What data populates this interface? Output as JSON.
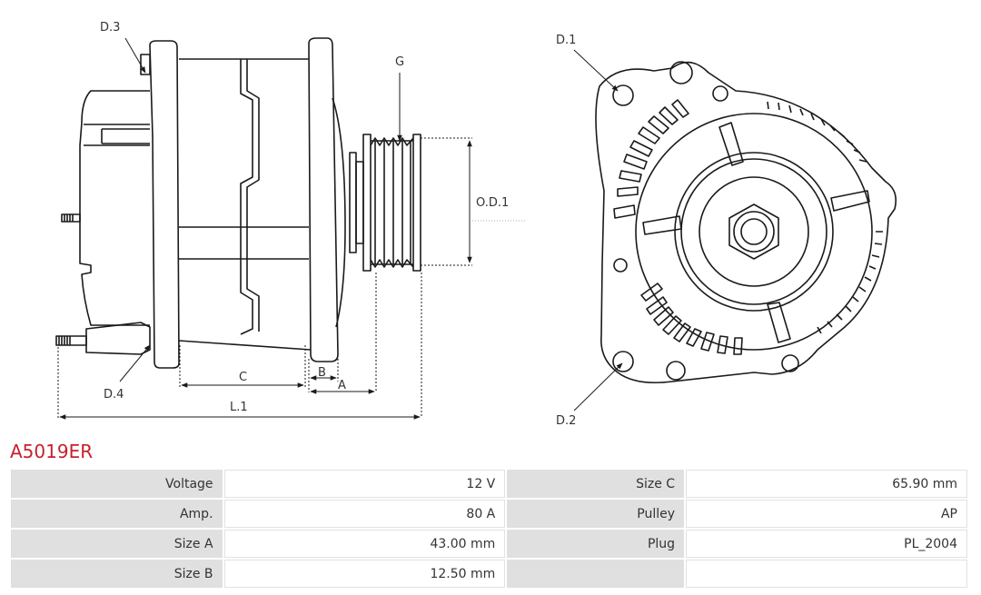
{
  "product": {
    "code": "A5019ER"
  },
  "colors": {
    "title": "#c8202a",
    "label_bg": "#e0e0e0",
    "line": "#1a1a1a"
  },
  "drawing": {
    "labels": {
      "d3": "D.3",
      "d4": "D.4",
      "g": "G",
      "od1": "O.D.1",
      "c": "C",
      "b": "B",
      "a": "A",
      "l1": "L.1",
      "d1": "D.1",
      "d2": "D.2"
    }
  },
  "specs": [
    {
      "label1": "Voltage",
      "value1": "12 V",
      "label2": "Size C",
      "value2": "65.90 mm"
    },
    {
      "label1": "Amp.",
      "value1": "80 A",
      "label2": "Pulley",
      "value2": "AP"
    },
    {
      "label1": "Size A",
      "value1": "43.00 mm",
      "label2": "Plug",
      "value2": "PL_2004"
    },
    {
      "label1": "Size B",
      "value1": "12.50 mm",
      "label2": "",
      "value2": ""
    }
  ]
}
